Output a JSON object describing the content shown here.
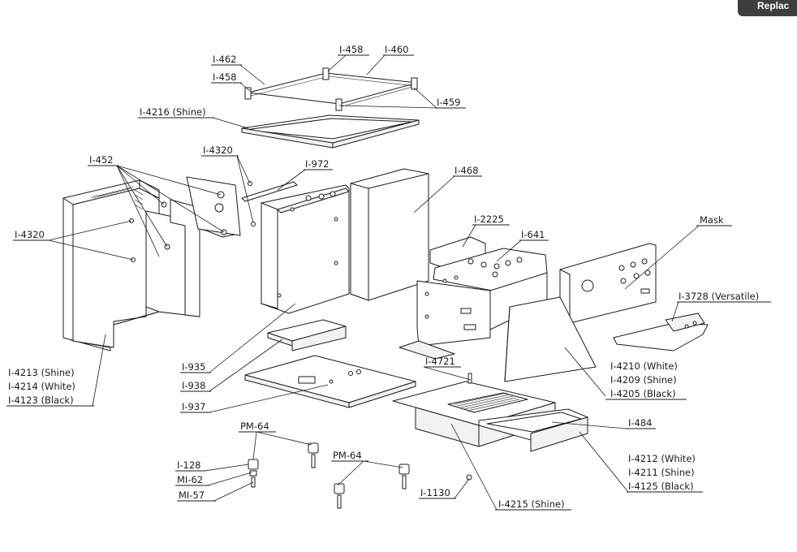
{
  "toolbar": {
    "replace_label": "Replac"
  },
  "labels": [
    "I-458",
    "I-460",
    "I-462",
    "I-458",
    "I-459",
    "I-4216 (Shine)",
    "I-4320",
    "I-452",
    "I-972",
    "I-468",
    "I-4320",
    "I-2225",
    "I-641",
    "Mask",
    "I-3728 (Versatile)",
    "I-935",
    "I-938",
    "I-937",
    "I-4721",
    "I-4210 (White)",
    "I-4209 (Shine)",
    "I-4205 (Black)",
    "I-4213 (Shine)",
    "I-4214 (White)",
    "I-4123 (Black)",
    "PM-64",
    "I-128",
    "MI-62",
    "MI-57",
    "PM-64",
    "I-484",
    "I-1130",
    "I-4215 (Shine)",
    "I-4212 (White)",
    "I-4211 (Shine)",
    "I-4125 (Black)"
  ]
}
